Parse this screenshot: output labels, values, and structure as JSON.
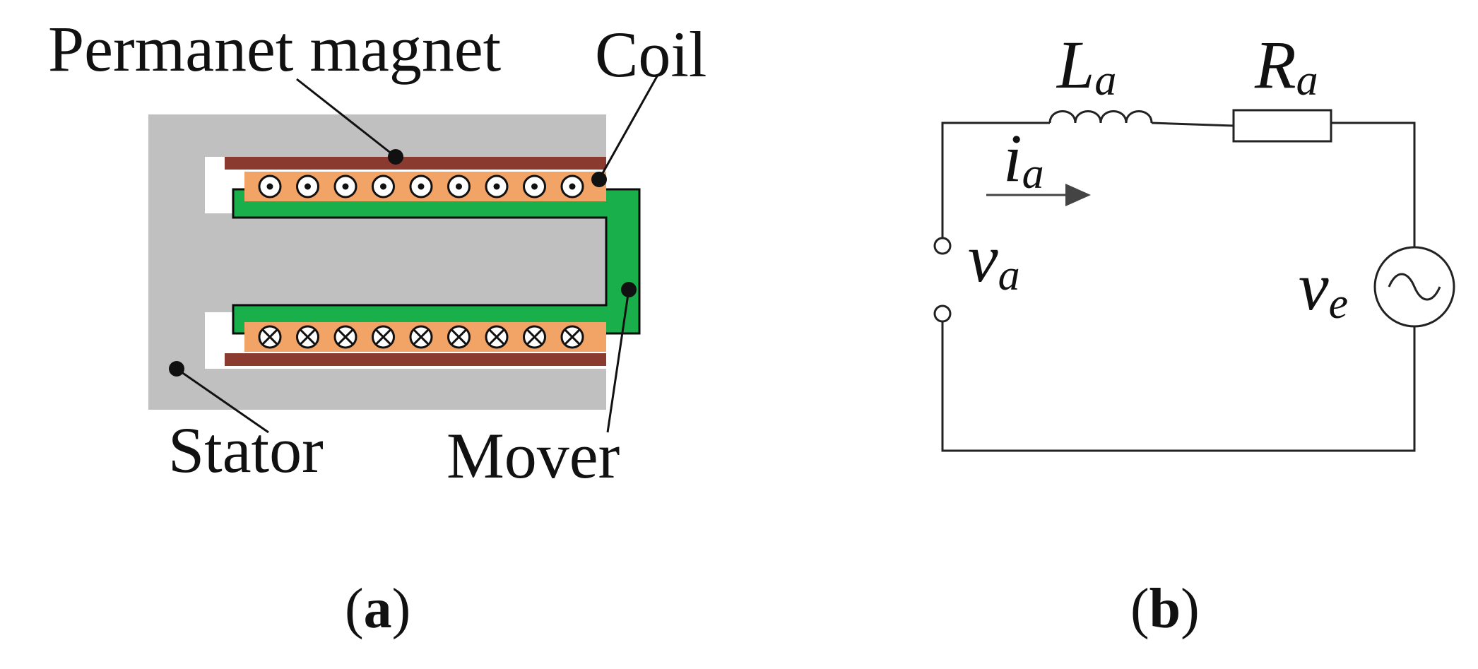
{
  "figure": {
    "panel_a": {
      "label": {
        "open": "(",
        "letter": "a",
        "close": ")"
      },
      "callouts": {
        "permanent_magnet": "Permanet magnet",
        "coil": "Coil",
        "stator": "Stator",
        "mover": "Mover"
      },
      "coil_markers": {
        "upper_row_count": 9,
        "upper_row_symbol": "current out of page (dot)",
        "lower_row_count": 9,
        "lower_row_symbol": "current into page (cross)"
      },
      "colors": {
        "stator": "#c0c0c0",
        "magnet": "#8b3a2f",
        "coil": "#f2a366",
        "mover": "#19b04c"
      }
    },
    "panel_b": {
      "label": {
        "open": "(",
        "letter": "b",
        "close": ")"
      },
      "inductor": {
        "symbol": "L",
        "subscript": "a"
      },
      "resistor": {
        "symbol": "R",
        "subscript": "a"
      },
      "current": {
        "symbol": "i",
        "subscript": "a"
      },
      "terminal_voltage": {
        "symbol": "v",
        "subscript": "a"
      },
      "back_emf": {
        "symbol": "v",
        "subscript": "e"
      }
    }
  }
}
